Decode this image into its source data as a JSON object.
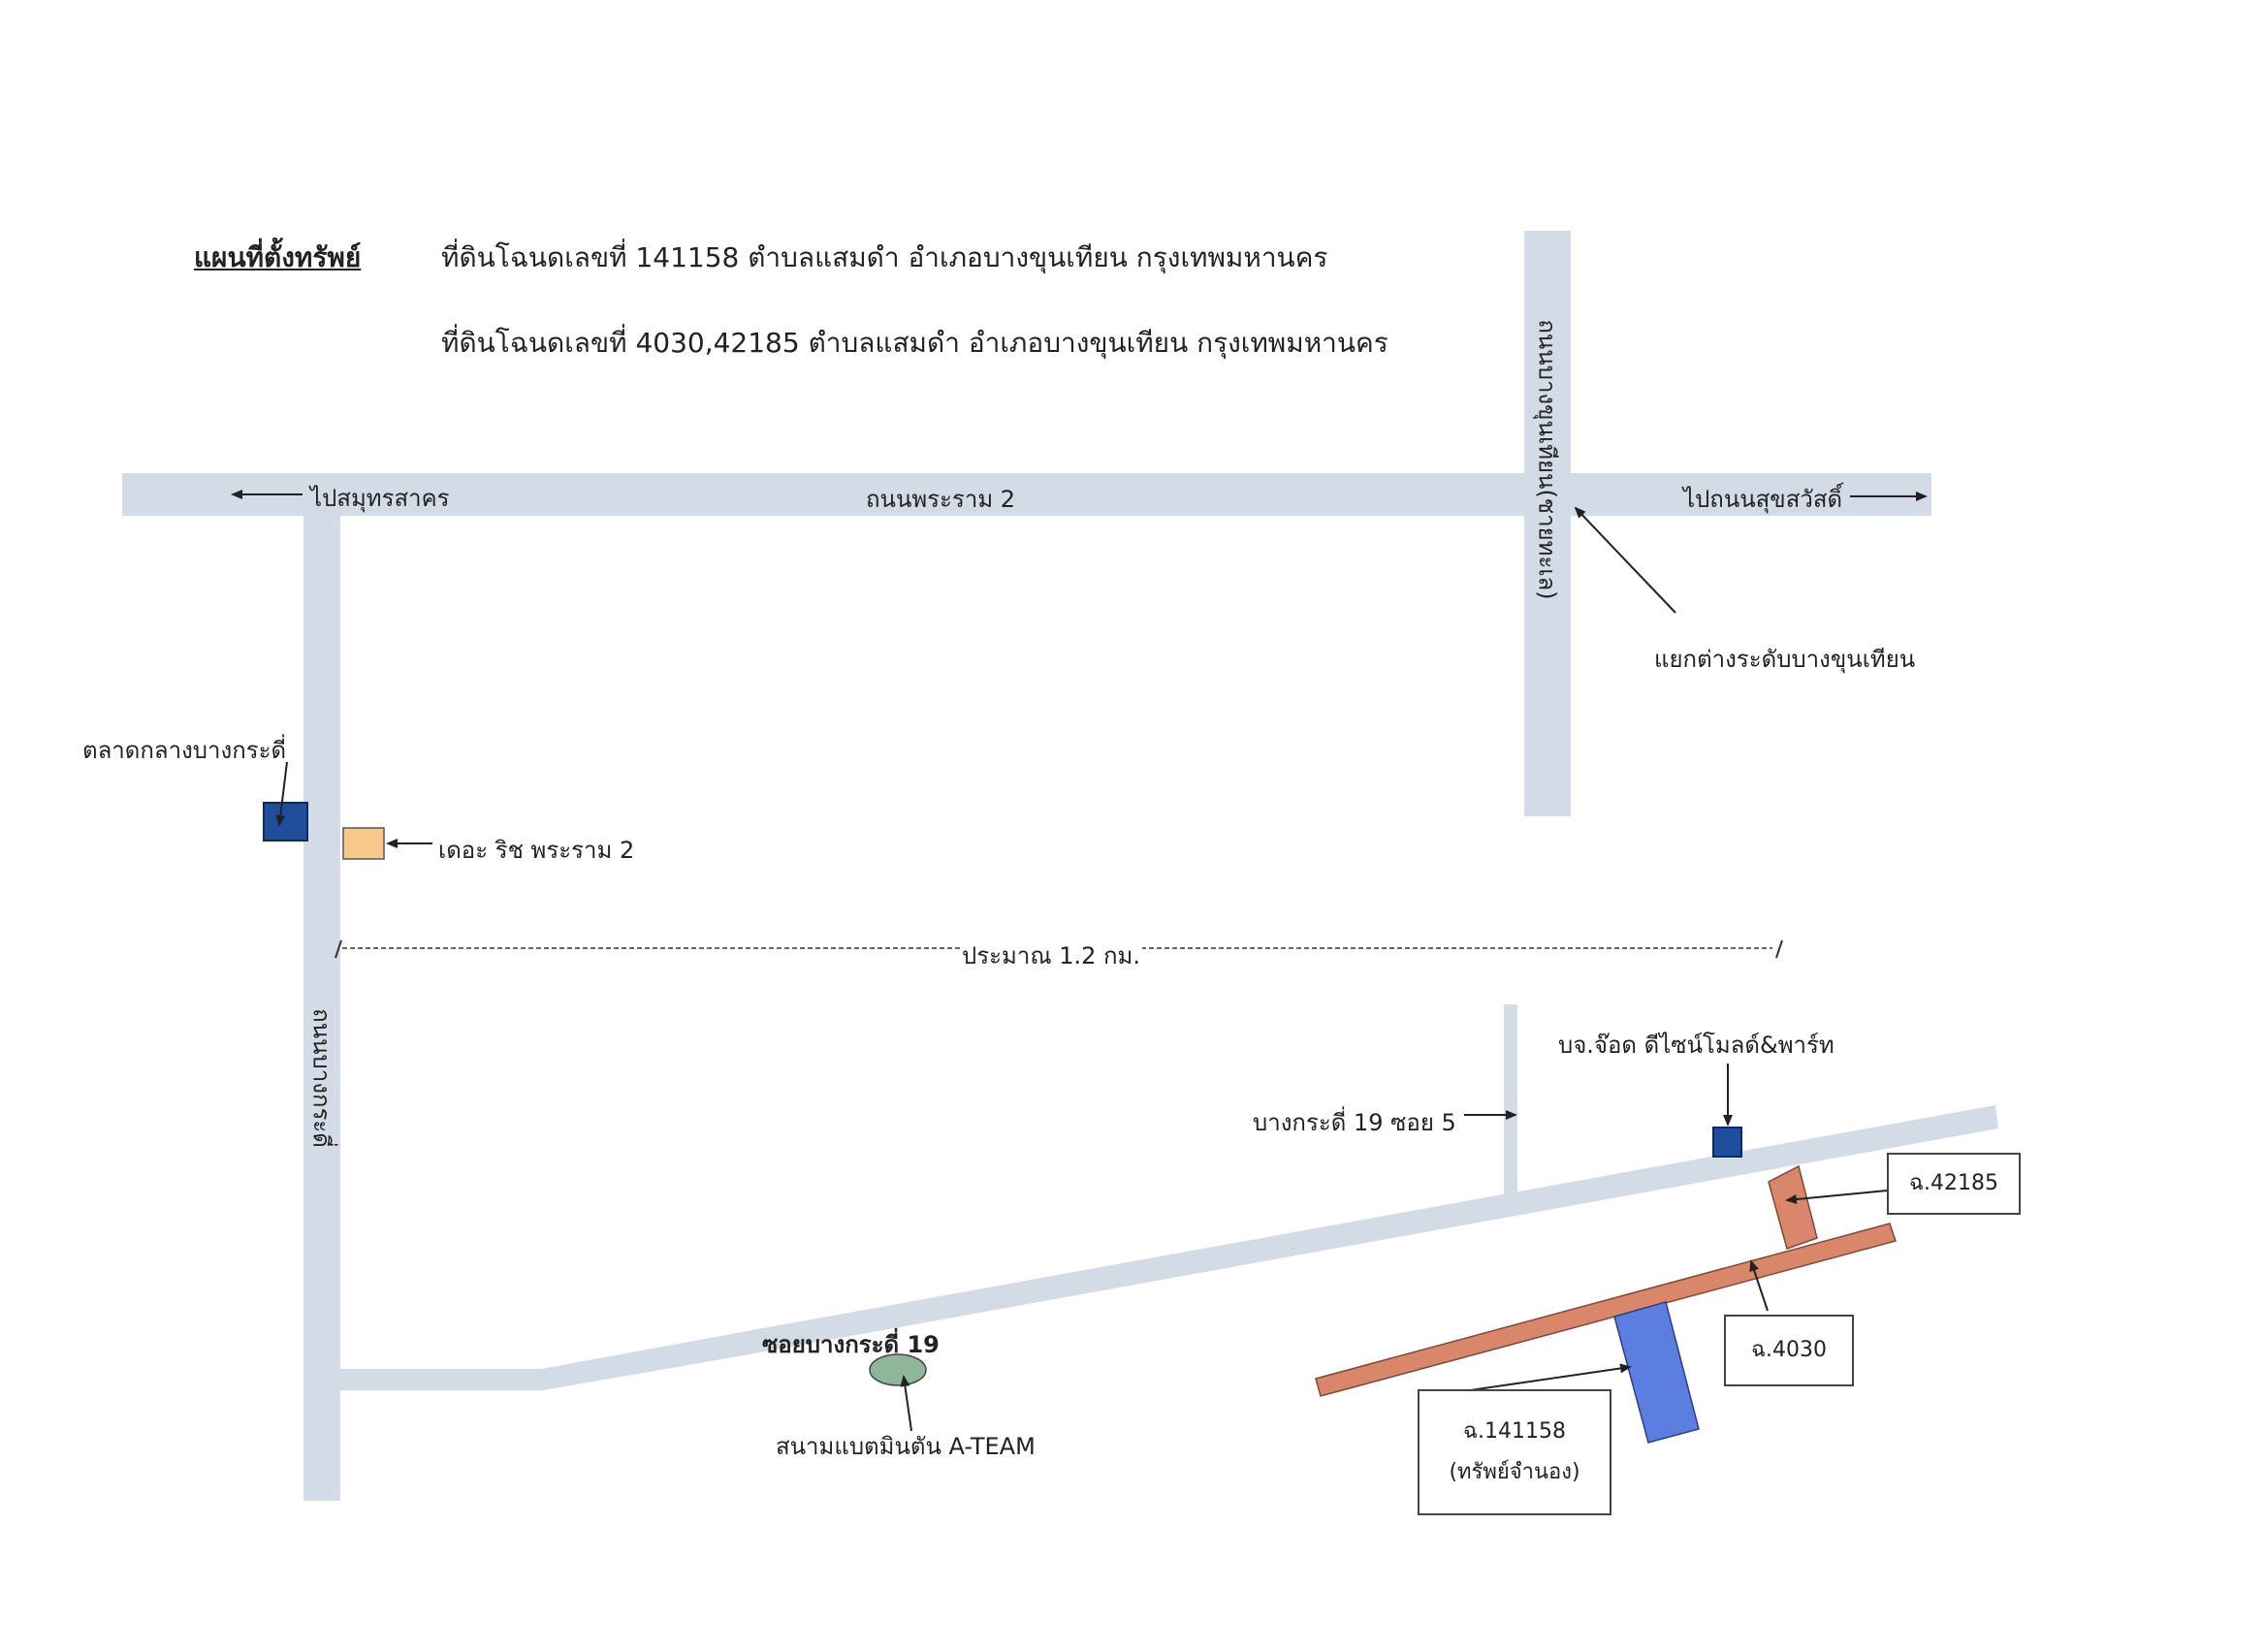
{
  "header": {
    "title": "แผนที่ตั้งทรัพย์",
    "line1": "ที่ดินโฉนดเลขที่ 141158 ตำบลแสมดำ อำเภอบางขุนเทียน กรุงเทพมหานคร",
    "line2": "ที่ดินโฉนดเลขที่ 4030,42185 ตำบลแสมดำ อำเภอบางขุนเทียน กรุงเทพมหานคร"
  },
  "roads": {
    "rama2": "ถนนพระราม 2",
    "to_samut_sakhon": "ไปสมุทรสาคร",
    "to_sukhsawat": "ไปถนนสุขสวัสดิ์",
    "bang_khun_thian_road": "ถนนบางขุนเทียน(ชายทะเล)",
    "bang_kradi_road": "ถนนบางกระดี่",
    "soi_19": "ซอยบางกระดี่ 19",
    "soi_19_5": "บางกระดี่ 19 ซอย 5"
  },
  "landmarks": {
    "interchange": "แยกต่างระดับบางขุนเทียน",
    "market": "ตลาดกลางบางกระดี่",
    "the_rich": "เดอะ ริช พระราม 2",
    "distance": "ประมาณ 1.2 กม.",
    "company": "บจ.จ๊อด ดีไซน์โมลด์&พาร์ท",
    "badminton": "สนามแบตมินตัน A-TEAM"
  },
  "parcels": {
    "p42185": "ฉ.42185",
    "p4030": "ฉ.4030",
    "p141158": "ฉ.141158",
    "p141158_note": "(ทรัพย์จำนอง)"
  },
  "colors": {
    "road": "#d3dbe6",
    "market": "#1f4e9c",
    "the_rich": "#f8c98a",
    "company": "#1f4e9c",
    "parcel_orange": "#d9866a",
    "parcel_blue": "#5b7ee0",
    "badminton": "#8fb59a"
  }
}
